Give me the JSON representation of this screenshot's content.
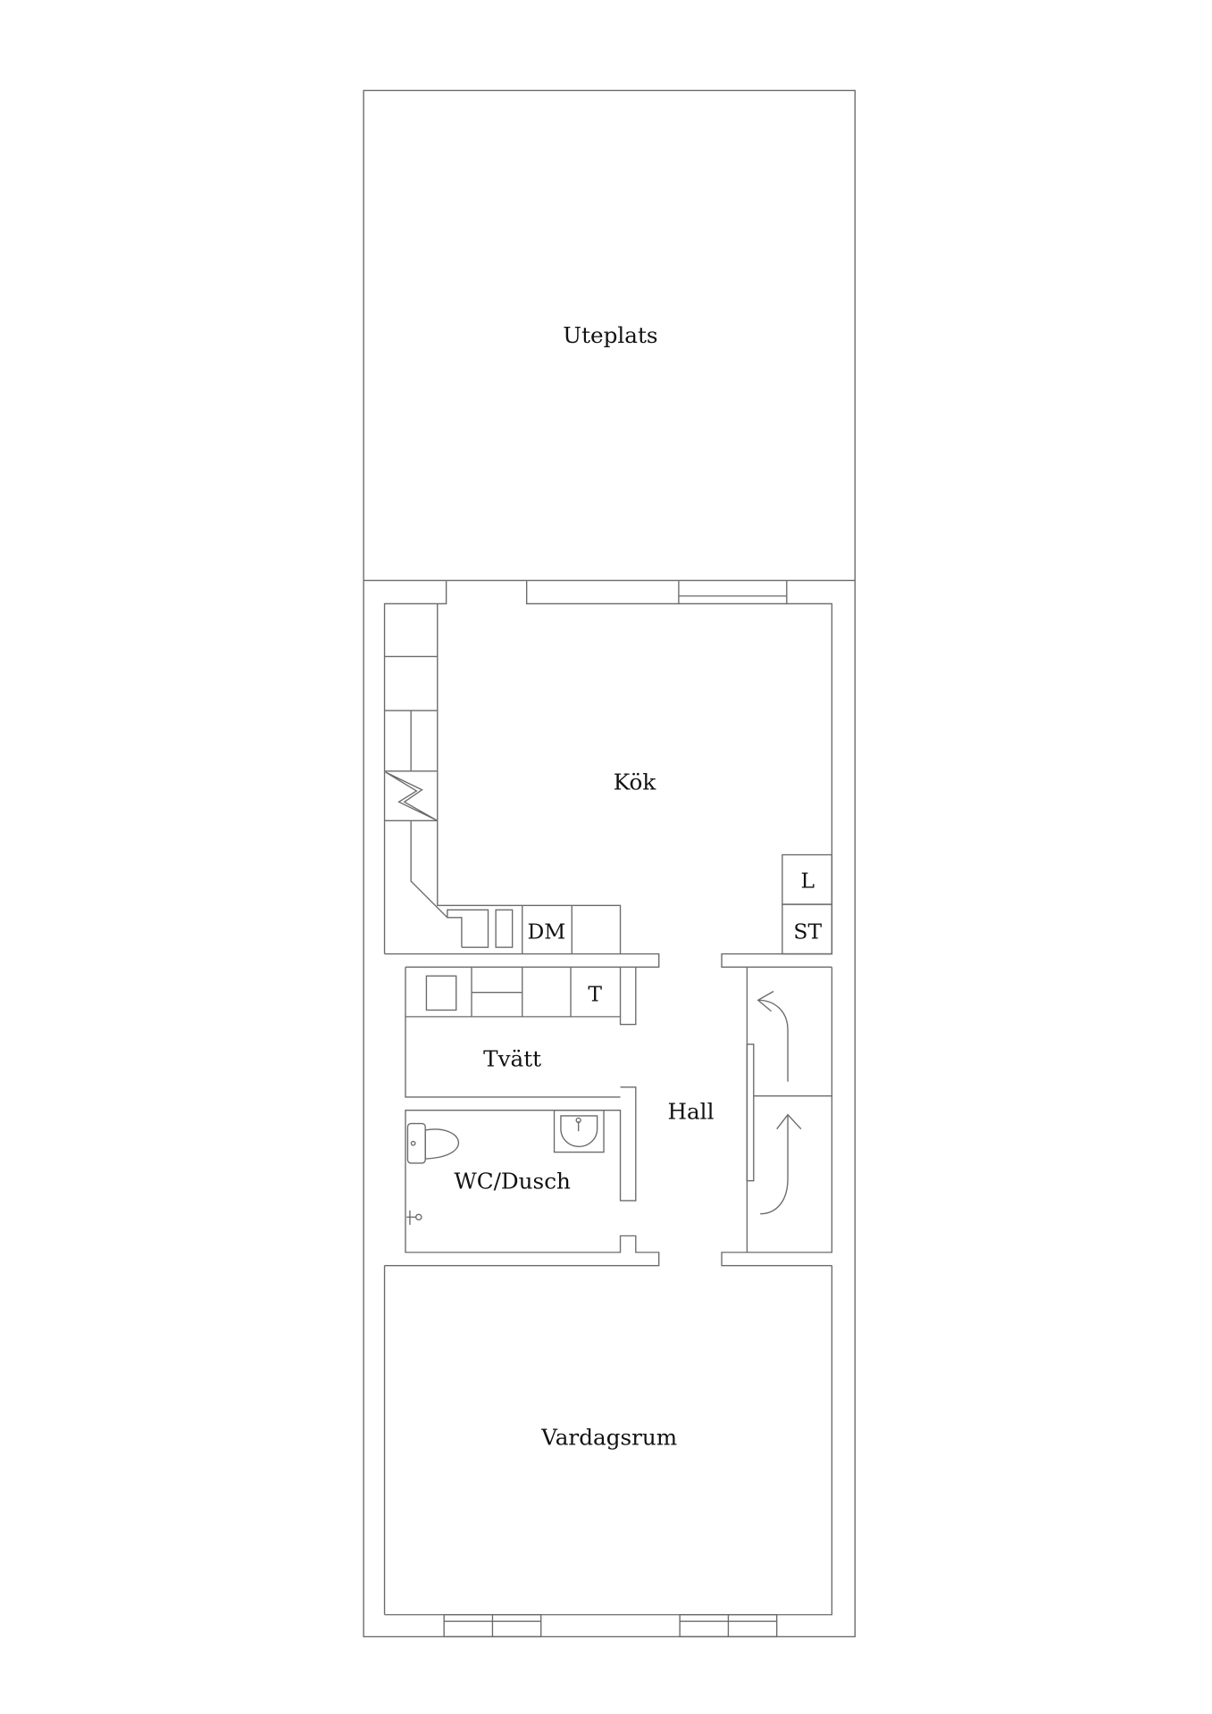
{
  "floor_plan": {
    "rooms": {
      "uteplats": "Uteplats",
      "kok": "Kök",
      "tvatt": "Tvätt",
      "hall": "Hall",
      "wc_dusch": "WC/Dusch",
      "vardagsrum": "Vardagsrum"
    },
    "fixtures": {
      "dishwasher": "DM",
      "freezer": "L",
      "cupboard": "ST",
      "dryer": "T"
    },
    "line_color": "#6a6a6a"
  }
}
